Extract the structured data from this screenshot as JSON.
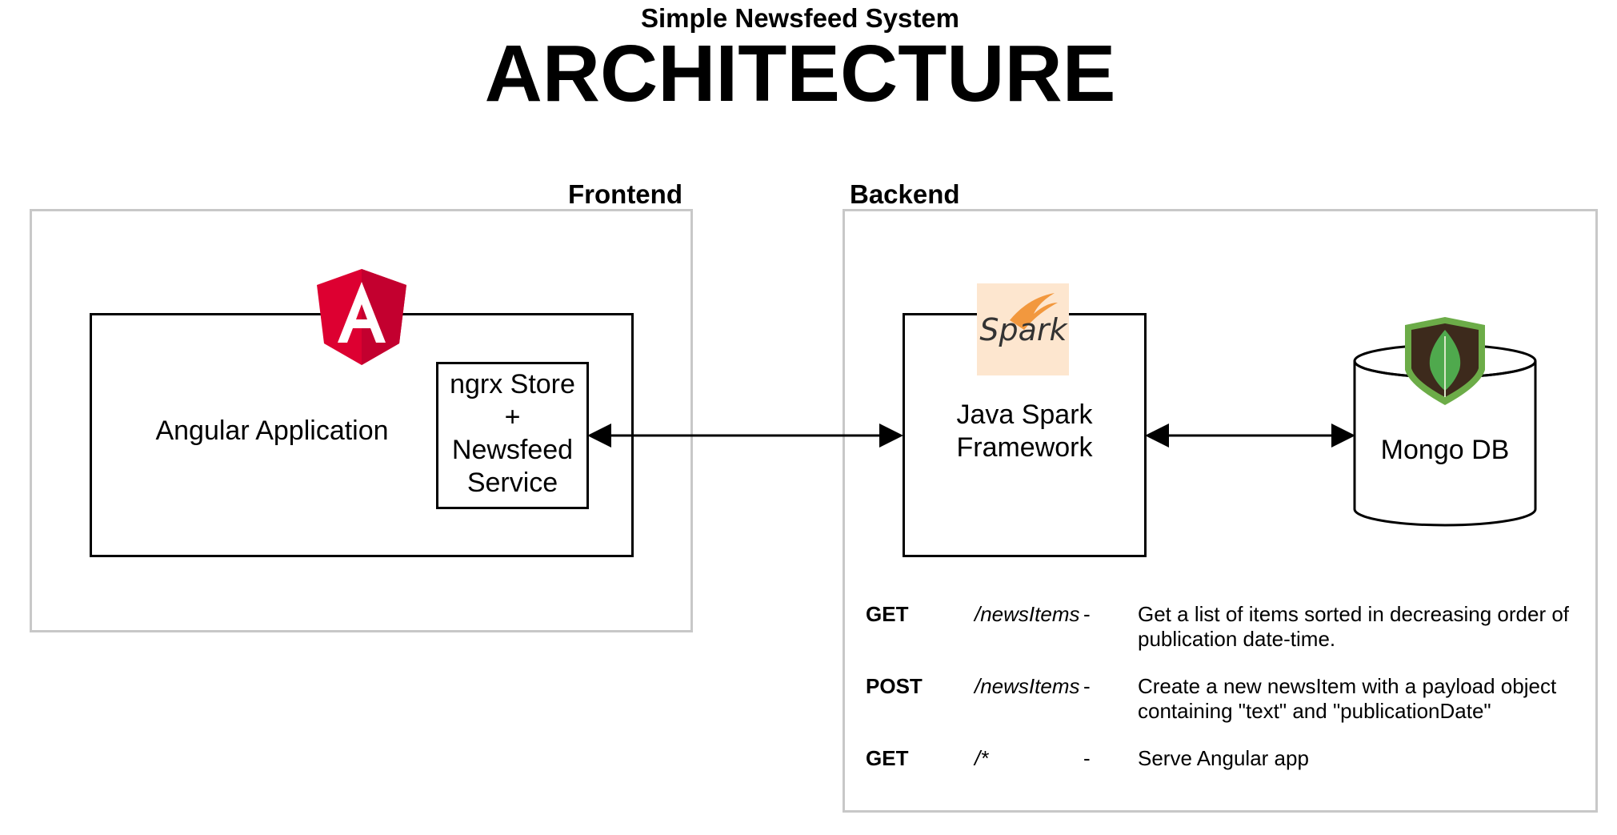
{
  "header": {
    "subtitle": "Simple Newsfeed System",
    "title": "ARCHITECTURE"
  },
  "frontend": {
    "label": "Frontend",
    "app_label": "Angular Application",
    "store_lines": [
      "ngrx Store",
      "+",
      "Newsfeed",
      "Service"
    ],
    "logo_letter": "A"
  },
  "backend": {
    "label": "Backend",
    "server_lines": [
      "Java Spark",
      "Framework"
    ],
    "spark_logo_text": "Spark",
    "db_label": "Mongo DB",
    "api": [
      {
        "method": "GET",
        "path": "/newsItems",
        "dash": "-",
        "desc": [
          "Get a list of items sorted in decreasing order of",
          "publication date-time."
        ]
      },
      {
        "method": "POST",
        "path": "/newsItems",
        "dash": "-",
        "desc": [
          "Create a new newsItem with a payload object",
          "containing \"text\" and \"publicationDate\""
        ]
      },
      {
        "method": "GET",
        "path": "/*",
        "dash": "-",
        "desc": [
          "Serve Angular app"
        ]
      }
    ]
  },
  "colors": {
    "angular_red": "#dd0031",
    "angular_dark": "#c3002f",
    "mongo_green": "#6cac48",
    "mongo_leaf": "#4fa94d",
    "mongo_dark": "#3d2a1c",
    "spark_bg": "#fde6cf",
    "spark_flame": "#f08a24",
    "group_border": "#c8c8c8"
  },
  "icons": [
    "angular-logo-icon",
    "spark-logo-icon",
    "mongodb-leaf-icon",
    "bidirectional-arrow-icon"
  ]
}
